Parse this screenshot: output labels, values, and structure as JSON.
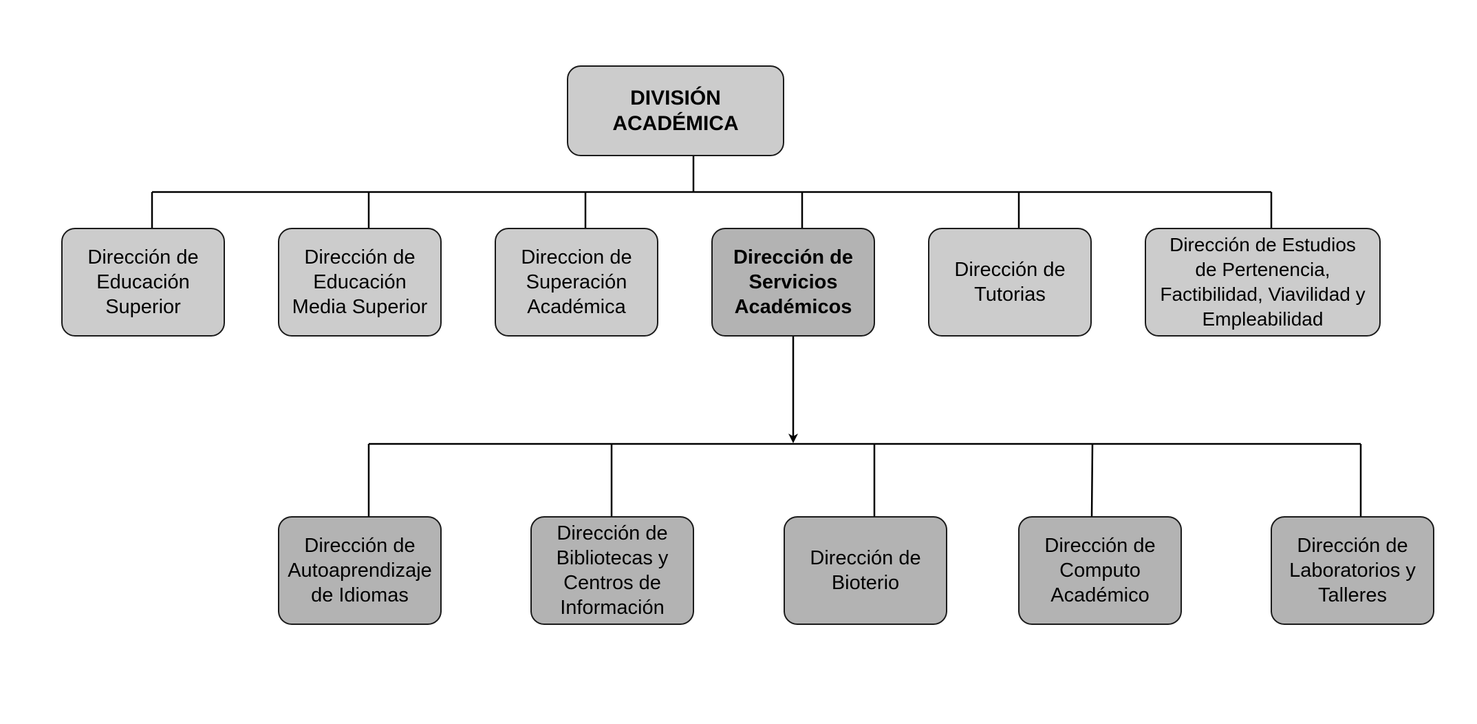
{
  "colors": {
    "top_box": "#cccccc",
    "level1_box": "#cccccc",
    "highlight_box": "#b3b3b3",
    "level2_box": "#b3b3b3",
    "border": "#1a1a1a",
    "line": "#000000"
  },
  "root": {
    "label": "DIVISIÓN\nACADÉMICA"
  },
  "directorates": [
    {
      "label": "Dirección de\nEducación\nSuperior"
    },
    {
      "label": "Dirección de\nEducación\nMedia Superior"
    },
    {
      "label": "Direccion de\nSuperación\nAcadémica"
    },
    {
      "label": "Dirección de\nServicios\nAcadémicos"
    },
    {
      "label": "Dirección de\nTutorias"
    },
    {
      "label": "Dirección de Estudios\nde Pertenencia,\nFactibilidad, Viavilidad y\nEmpleabilidad"
    }
  ],
  "services_subunits": [
    {
      "label": "Dirección de\nAutoaprendizaje\nde Idiomas"
    },
    {
      "label": "Dirección de\nBibliotecas y\nCentros de\nInformación"
    },
    {
      "label": "Dirección de\nBioterio"
    },
    {
      "label": "Dirección de\nComputo\nAcadémico"
    },
    {
      "label": "Dirección de\nLaboratorios y\nTalleres"
    }
  ]
}
